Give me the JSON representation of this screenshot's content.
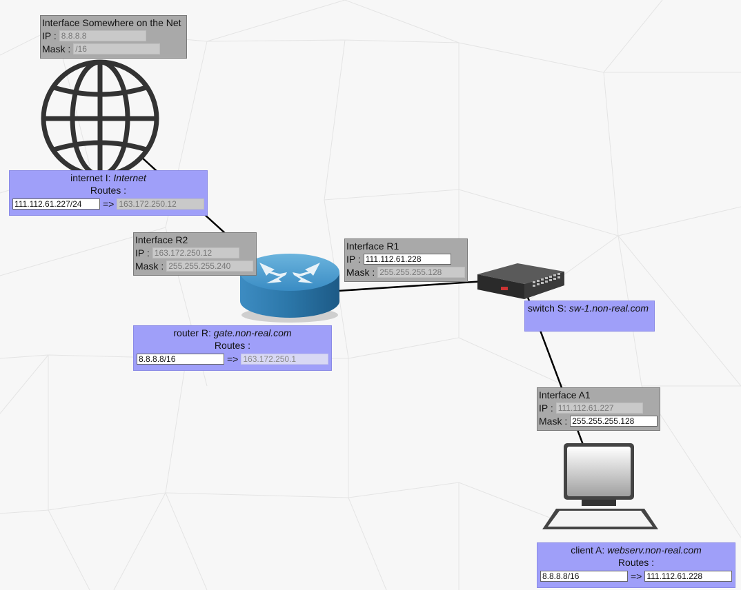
{
  "interfaces": {
    "net": {
      "title": "Interface Somewhere on the Net",
      "ip_label": "IP :",
      "ip": "8.8.8.8",
      "mask_label": "Mask :",
      "mask": "/16"
    },
    "r2": {
      "title": "Interface R2",
      "ip_label": "IP :",
      "ip": "163.172.250.12",
      "mask_label": "Mask :",
      "mask": "255.255.255.240"
    },
    "r1": {
      "title": "Interface R1",
      "ip_label": "IP :",
      "ip": "111.112.61.228",
      "mask_label": "Mask :",
      "mask": "255.255.255.128"
    },
    "a1": {
      "title": "Interface A1",
      "ip_label": "IP :",
      "ip": "111.112.61.227",
      "mask_label": "Mask :",
      "mask": "255.255.255.128"
    }
  },
  "devices": {
    "internet": {
      "type_label": "internet I:",
      "name": "Internet",
      "routes_label": "Routes :",
      "route_dest": "111.112.61.227/24",
      "arrow": "=>",
      "route_gw": "163.172.250.12"
    },
    "router": {
      "type_label": "router R:",
      "name": "gate.non-real.com",
      "routes_label": "Routes :",
      "route_dest": "8.8.8.8/16",
      "arrow": "=>",
      "route_gw": "163.172.250.1"
    },
    "switch": {
      "type_label": "switch S:",
      "name": "sw-1.non-real.com"
    },
    "client": {
      "type_label": "client A:",
      "name": "webserv.non-real.com",
      "routes_label": "Routes :",
      "route_dest": "8.8.8.8/16",
      "arrow": "=>",
      "route_gw": "111.112.61.228"
    }
  },
  "icons": {
    "internet": "globe-icon",
    "router": "router-icon",
    "switch": "switch-icon",
    "client": "computer-icon"
  },
  "colors": {
    "interface_box": "#a9a9a9",
    "device_box": "#9f9ff9",
    "router_blue": "#2f7fb3"
  }
}
